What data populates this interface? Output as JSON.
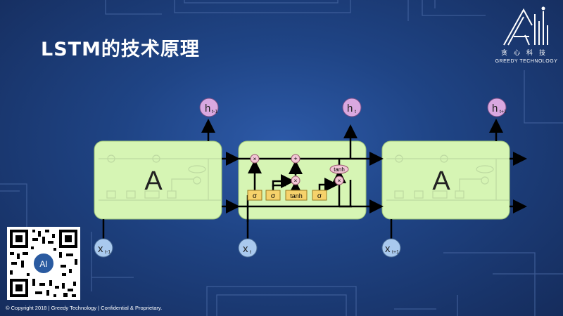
{
  "slide": {
    "title": "LSTM的技术原理",
    "footer": "© Copyright 2018 | Greedy Technology | Confidential & Proprietary."
  },
  "logo": {
    "mark": "AI",
    "chinese": "贪心科技",
    "english": "GREEDY TECHNOLOGY"
  },
  "diagram": {
    "cells": [
      {
        "label": "A",
        "input": "x",
        "input_sub": "t-1",
        "output": "h",
        "output_sub": "t-1"
      },
      {
        "label": "",
        "input": "x",
        "input_sub": "t",
        "output": "h",
        "output_sub": "t"
      },
      {
        "label": "A",
        "input": "x",
        "input_sub": "t+1",
        "output": "h",
        "output_sub": "t+1"
      }
    ],
    "gates": [
      "σ",
      "σ",
      "tanh",
      "σ"
    ],
    "ops": {
      "multiply": "×",
      "add": "+",
      "tanh": "tanh"
    }
  },
  "qr_code": {
    "center_mark": "AI"
  }
}
